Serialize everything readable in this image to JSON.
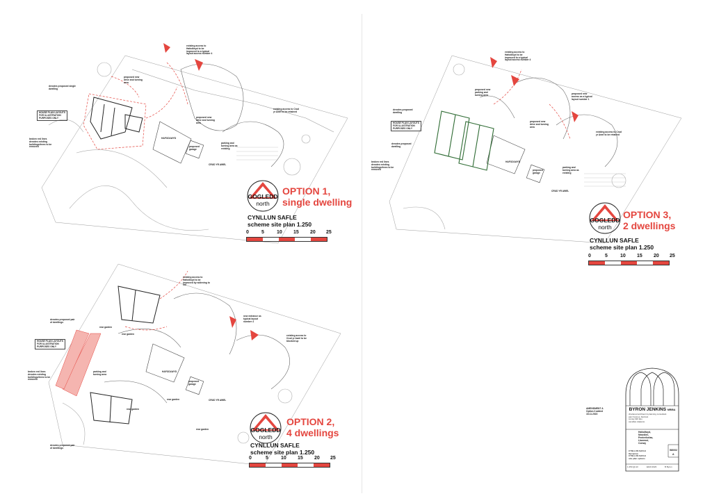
{
  "options": [
    {
      "id": "option1",
      "title_line1": "OPTION 1,",
      "title_line2": "single dwelling",
      "logo_top": "GOGLEDD",
      "logo_bottom": "north",
      "caption1": "CYNLLUN SAFLE",
      "caption2": "scheme site plan 1.250"
    },
    {
      "id": "option2",
      "title_line1": "OPTION 2,",
      "title_line2": "4 dwellings",
      "logo_top": "GOGLEDD",
      "logo_bottom": "north",
      "caption1": "CYNLLUN SAFLE",
      "caption2": "scheme site plan 1.250"
    },
    {
      "id": "option3",
      "title_line1": "OPTION 3,",
      "title_line2": "2 dwellings",
      "logo_top": "GOGLEDD",
      "logo_bottom": "north",
      "caption1": "CYNLLUN SAFLE",
      "caption2": "scheme site plan 1.250"
    }
  ],
  "scale_ticks": [
    "0",
    "5",
    "10",
    "15",
    "20",
    "25"
  ],
  "colors": {
    "accent": "#e4463f",
    "line": "#444444",
    "faint": "#bbbbbb"
  },
  "plan1": {
    "ann_access": "existing access to\nHafodlwyd to be\nimproved to a typical\nlayout access number 4",
    "ann_single": "denotes proposed single\ndwelling",
    "ann_drive": "proposed new\ndrive and turning\narea",
    "ann_house_layout": "HOUSE PLAN LAYOUTS\nFOR ILLUSTRATION\nPURPOSES ONLY",
    "ann_crud": "existing access to Crud\nyr Awel to be retained",
    "ann_drive2": "proposed new\ndrive and turning\narea",
    "ann_broken": "broken red lines\ndenotes existing\nbuildings/trees to be\nremoved",
    "ann_hafod": "HAFODLWYD",
    "ann_parking": "parking and\nturning area as\nexisting",
    "ann_garage": "proposed\ngarage",
    "ann_crudname": "CRUD YR AWEL"
  },
  "plan2": {
    "ann_access": "existing access to\nHafodlwyd to be\nimproved by widening to\n5m",
    "ann_pair": "denotes proposed pair\nof dwellings",
    "ann_rear": "rear garden",
    "ann_rear2": "rear garden",
    "ann_house_layout": "HOUSE PLAN LAYOUTS\nFOR ILLUSTRATION\nPURPOSES ONLY",
    "ann_entrance": "new entrance as\ntypical layout\nnumber 4",
    "ann_crud": "existing access to\nCrud yr Awel to be\nblocked up",
    "ann_parking": "parking and\nturning area",
    "ann_broken": "broken red lines\ndenotes existing\nbuildings/trees to be\nremoved",
    "ann_hafod": "HAFODLWYD",
    "ann_garage": "proposed\ngarage",
    "ann_rear3": "rear garden",
    "ann_crudname": "CRUD YR AWEL",
    "ann_rear4": "rear garden",
    "ann_rear5": "rear garden",
    "ann_pair2": "denotes proposed pair\nof dwellings"
  },
  "plan3": {
    "ann_access": "existing access to\nHafodlwyd to be\nimproved to a typical\nlayout access number 4",
    "ann_parking": "proposed new\nparking and\nturning area",
    "ann_access2": "proposed new\naccess as a typical\nlayout number 1",
    "ann_dwelling": "denotes proposed\ndwelling",
    "ann_house_layout": "HOUSE PLAN LAYOUTS\nFOR ILLUSTRATION\nPURPOSES ONLY",
    "ann_dwelling2": "denotes proposed\ndwelling",
    "ann_drive": "proposed new\ndrive and turning\narea",
    "ann_crud": "existing access to Crud\nyr Awel to be retained",
    "ann_broken": "broken red lines\ndenotes existing\nbuildings/trees to be\nremoved",
    "ann_hafod": "HAFODLWYD",
    "ann_garage": "proposed\ngarage",
    "ann_parking2": "parking and\nturning area as\nexisting",
    "ann_crudname": "CRUD YR AWEL"
  },
  "amendment": "AMENDMENT A\nOption 3 added\n16.11.2023",
  "title_block": {
    "firm": "BYRON JENKINS",
    "firm_suffix": "MRIBA",
    "firm_details": "chartered architect & planning consultant\nparc busnes, llanrwst\nconwy ll26 0pu\ncanolfan ddylunio",
    "address": "Hafodlwyd,\nNiwrdlen,\nPentrefoelas,\nLlanrwst,\nConwy",
    "project": "CYNLLUN SAFLE\nOpsiynau\nCYNLLUN SAFLE\nsite plan options",
    "drawing_no": "580/02",
    "revision": "A",
    "scale": "1.250 @ A3",
    "date": "Ebrill 2023",
    "drawn": "B Byron"
  }
}
